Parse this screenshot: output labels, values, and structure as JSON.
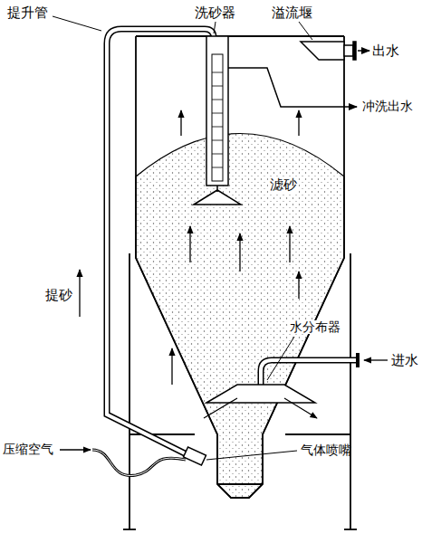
{
  "diagram": {
    "labels": [
      "提升管",
      "洗砂器",
      "溢流堰",
      "出水",
      "冲洗出水",
      "滤砂",
      "水分布器",
      "进水",
      "提砂",
      "压缩空气",
      "气体喷嘴"
    ]
  }
}
